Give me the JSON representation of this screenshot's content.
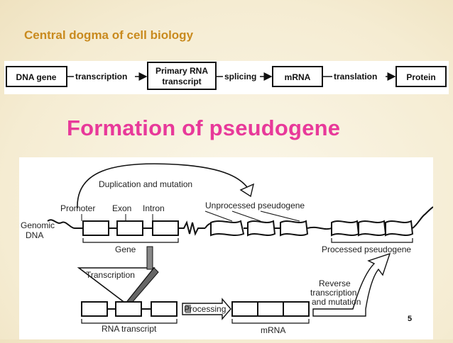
{
  "heading": "Central dogma of cell biology",
  "flow": {
    "dna_gene": "DNA gene",
    "transcription": "transcription",
    "primary_rna_line1": "Primary RNA",
    "primary_rna_line2": "transcript",
    "splicing": "splicing",
    "mrna": "mRNA",
    "translation": "translation",
    "protein": "Protein"
  },
  "title": "Formation of pseudogene",
  "diagram": {
    "duplication": "Duplication and mutation",
    "promoter": "Promoter",
    "exon": "Exon",
    "intron": "Intron",
    "unprocessed": "Unprocessed pseudogene",
    "genomic": "Genomic",
    "dna": "DNA",
    "gene": "Gene",
    "processed": "Processed pseudogene",
    "transcription": "Transcription",
    "reverse_line1": "Reverse",
    "reverse_line2": "transcription",
    "reverse_line3": "and mutation",
    "processing": "Processing",
    "rna_transcript": "RNA transcript",
    "mrna": "mRNA"
  },
  "page_number": "5"
}
